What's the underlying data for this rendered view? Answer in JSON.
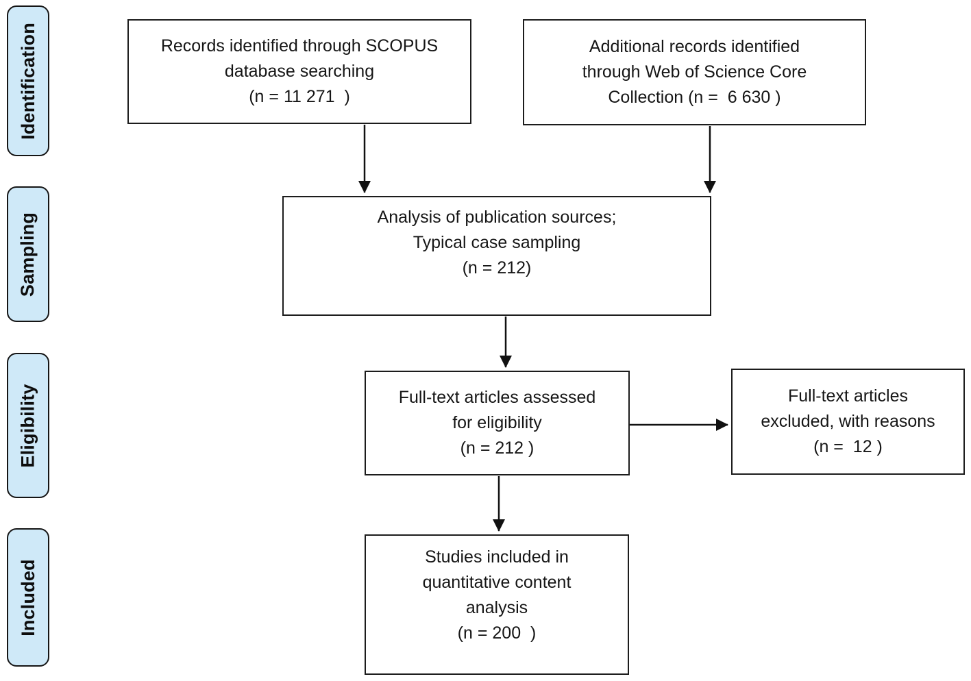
{
  "stage_labels": [
    "Identification",
    "Sampling",
    "Eligibility",
    "Included"
  ],
  "boxes": {
    "scopus": {
      "lines": [
        "Records identified through SCOPUS",
        "database searching",
        "(n = 11 271  )"
      ]
    },
    "wos": {
      "lines": [
        "Additional records identified",
        "through Web of Science Core",
        "Collection (n =  6 630 )"
      ]
    },
    "analysis": {
      "lines": [
        "Analysis of publication sources;",
        "Typical case sampling",
        "(n = 212)"
      ]
    },
    "eligibility": {
      "lines": [
        "Full-text articles assessed",
        "for eligibility",
        "(n = 212 )"
      ]
    },
    "excluded": {
      "lines": [
        "Full-text articles",
        "excluded, with reasons",
        "(n =  12 )"
      ]
    },
    "included": {
      "lines": [
        "Studies included in",
        "quantitative content",
        "analysis",
        "(n = 200  )"
      ]
    }
  },
  "colors": {
    "stage_fill": "#cfe9f8",
    "border": "#1c1c1c",
    "background": "#ffffff",
    "text": "#161616"
  }
}
